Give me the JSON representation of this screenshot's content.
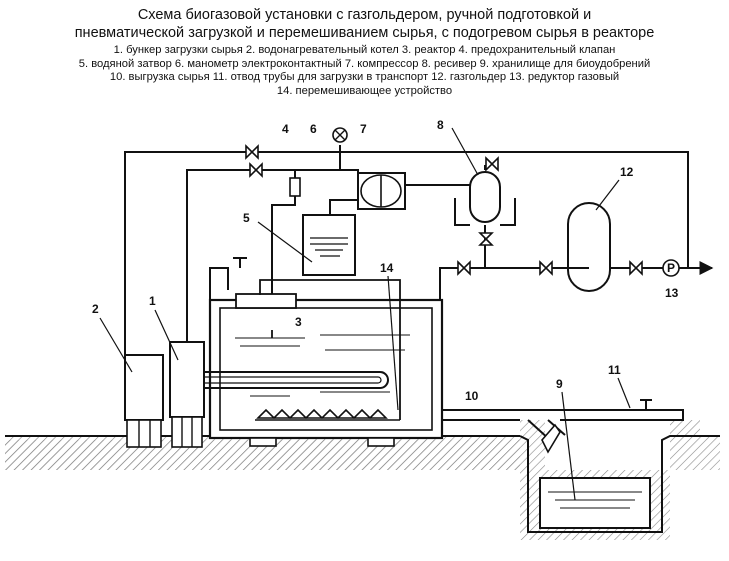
{
  "title": {
    "line1": "Схема биогазовой установки с газгольдером, ручной подготовкой и",
    "line2": "пневматической загрузкой и перемешиванием сырья, с подогревом сырья в реакторе"
  },
  "legend": {
    "line1": "1.  бункер загрузки сырья 2.  водонагревательный котел 3.  реактор 4.  предохранительный клапан",
    "line2": "5.  водяной затвор 6.  манометр электроконтактный 7.  компрессор 8.  ресивер 9.  хранилище для биоудобрений",
    "line3": "10.  выгрузка сырья 11.  отвод трубы для загрузки в транспорт 12.  газгольдер 13.  редуктор газовый",
    "line4": "14. перемешивающее устройство"
  },
  "labels": {
    "n1": "1",
    "n2": "2",
    "n3": "3",
    "n4": "4",
    "n5": "5",
    "n6": "6",
    "n7": "7",
    "n8": "8",
    "n9": "9",
    "n10": "10",
    "n11": "11",
    "n12": "12",
    "n13": "13",
    "n14": "14",
    "reducer_symbol": "P"
  }
}
